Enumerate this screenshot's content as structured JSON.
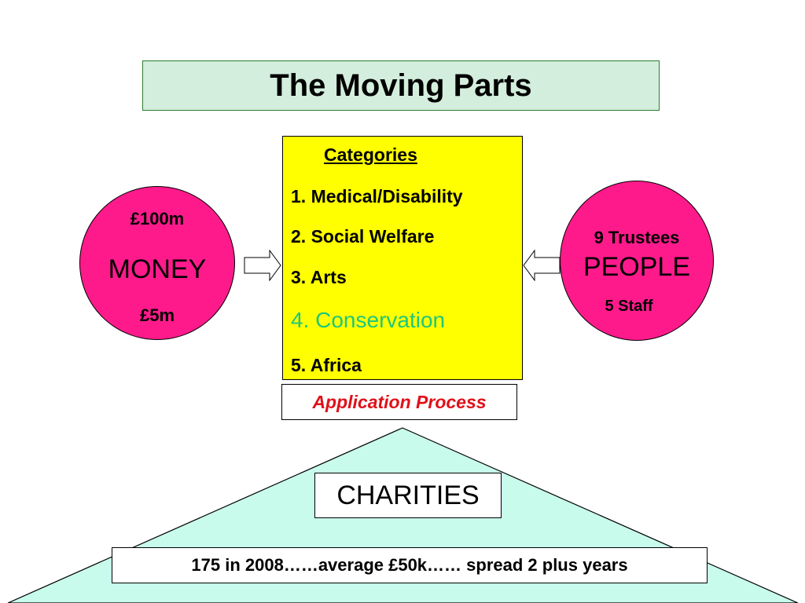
{
  "title": "The Moving Parts",
  "categories": {
    "heading": "Categories",
    "items": [
      "1. Medical/Disability",
      "2. Social Welfare",
      "3. Arts",
      "4. Conservation",
      "5. Africa"
    ],
    "highlight_color": "#1fc77a",
    "fill_color": "#ffff00"
  },
  "application_process": {
    "label": "Application Process",
    "color": "#e0101a"
  },
  "money": {
    "top": "£100m",
    "label": "MONEY",
    "bottom": "£5m",
    "fill_color": "#ff1a8c"
  },
  "people": {
    "top": "9 Trustees",
    "label": "PEOPLE",
    "bottom": "5 Staff",
    "fill_color": "#ff1a8c"
  },
  "charities": {
    "label": "CHARITIES",
    "fill_color": "#c8fbec"
  },
  "stats": "175 in 2008……average £50k…… spread 2 plus years",
  "arrows": [
    "arrow-right-icon",
    "arrow-left-icon"
  ]
}
